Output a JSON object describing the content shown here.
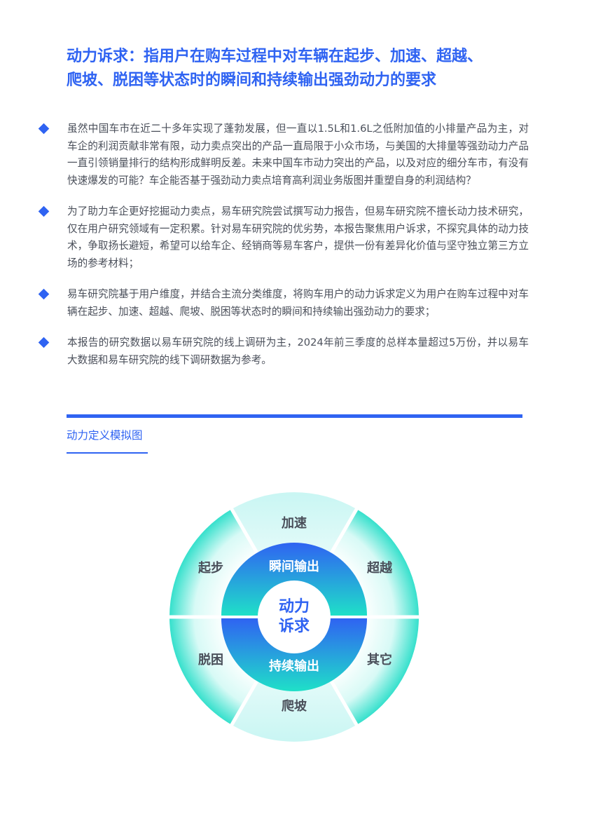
{
  "heading": {
    "line1": "动力诉求：指用户在购车过程中对车辆在起步、加速、超越、",
    "line2": "爬坡、脱困等状态时的瞬间和持续输出强劲动力的要求"
  },
  "paragraphs": [
    "虽然中国车市在近二十多年实现了蓬勃发展，但一直以1.5L和1.6L之低附加值的小排量产品为主，对车企的利润贡献非常有限，动力卖点突出的产品一直局限于小众市场，与美国的大排量等强劲动力产品一直引领销量排行的结构形成鲜明反差。未来中国车市动力突出的产品，以及对应的细分车市，有没有快速爆发的可能？车企能否基于强劲动力卖点培育高利润业务版图并重塑自身的利润结构？",
    "为了助力车企更好挖掘动力卖点，易车研究院尝试撰写动力报告，但易车研究院不擅长动力技术研究，仅在用户研究领域有一定积累。针对易车研究院的优劣势，本报告聚焦用户诉求，不探究具体的动力技术，争取扬长避短，希望可以给车企、经销商等易车客户，提供一份有差异化价值与坚守独立第三方立场的参考材料；",
    "易车研究院基于用户维度，并结合主流分类维度，将购车用户的动力诉求定义为用户在购车过程中对车辆在起步、加速、超越、爬坡、脱困等状态时的瞬间和持续输出强劲动力的要求；",
    "本报告的研究数据以易车研究院的线上调研为主，2024年前三季度的总样本量超过5万份，并以易车大数据和易车研究院的线下调研数据为参考。"
  ],
  "figure": {
    "caption": "动力定义模拟图",
    "segments": {
      "top": "加速",
      "top_right": "超越",
      "bottom_right": "其它",
      "bottom": "爬坡",
      "bottom_left": "脱困",
      "top_left": "起步"
    },
    "ring_top": "瞬间输出",
    "ring_bottom": "持续输出",
    "core_line1": "动力",
    "core_line2": "诉求",
    "colors": {
      "primary": "#2f63f2",
      "teal": "#1fe0c8",
      "pale_cyan": "#d6faf7"
    }
  }
}
